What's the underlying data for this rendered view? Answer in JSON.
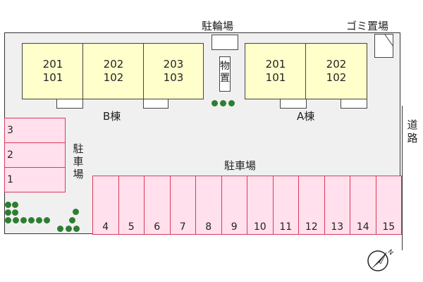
{
  "labels": {
    "bike_parking": "駐輪場",
    "garbage": "ゴミ置場",
    "storage": [
      "物",
      "置"
    ],
    "building_b": "B棟",
    "building_a": "A棟",
    "road": [
      "道",
      "路"
    ],
    "parking_left": [
      "駐",
      "車",
      "場"
    ],
    "parking_main": "駐車場",
    "compass": "N"
  },
  "building_b_units": [
    {
      "upper": "201",
      "lower": "101"
    },
    {
      "upper": "202",
      "lower": "102"
    },
    {
      "upper": "203",
      "lower": "103"
    }
  ],
  "building_a_units": [
    {
      "upper": "201",
      "lower": "101"
    },
    {
      "upper": "202",
      "lower": "102"
    }
  ],
  "parking_left_spaces": [
    "3",
    "2",
    "1"
  ],
  "parking_bottom_spaces": [
    "4",
    "5",
    "6",
    "7",
    "8",
    "9",
    "10",
    "11",
    "12",
    "13",
    "14",
    "15"
  ],
  "colors": {
    "unit_fill": "#ffffcc",
    "parking_fill": "#ffe0ec",
    "parking_border": "#d93a5f",
    "tree": "#2e7d32",
    "lot": "#f0f0f0"
  }
}
